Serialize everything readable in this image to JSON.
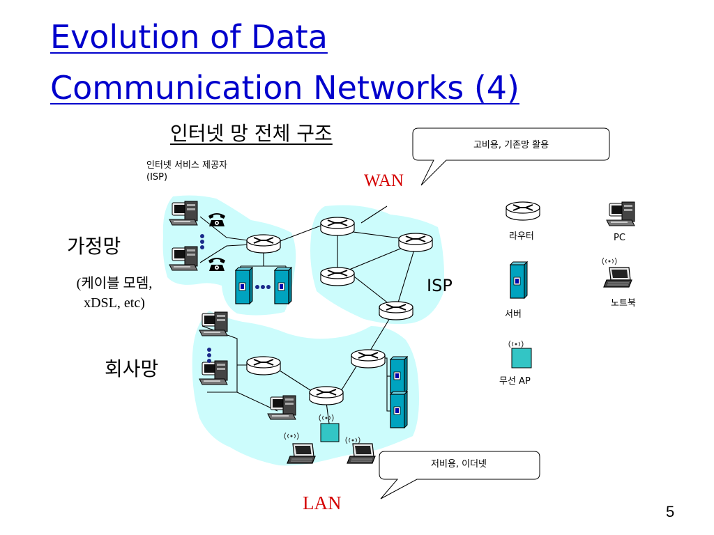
{
  "title": {
    "line1": "Evolution of Data",
    "line2": "Communication Networks (4)"
  },
  "diagram": {
    "subtitle": "인터넷 망 전체 구조",
    "isp_provider_label": "인터넷 서비스 제공자",
    "isp_provider_abbr": "(ISP)",
    "wan_label": "WAN",
    "wan_callout": "고비용, 기존망 활용",
    "lan_label": "LAN",
    "lan_callout": "저비용, 이더넷",
    "home_network_label": "가정망",
    "home_network_sub1": "(케이블 모뎀,",
    "home_network_sub2": "xDSL, etc)",
    "corporate_network_label": "회사망",
    "isp_label": "ISP",
    "legend": {
      "router": "라우터",
      "pc": "PC",
      "laptop": "노트북",
      "server": "서버",
      "wireless_ap": "무선 AP"
    },
    "colors": {
      "network_cloud": "#ccfcfc",
      "server": "#00a3bf",
      "access_point": "#33c5c5",
      "accent_red": "#d40000",
      "title_blue": "#0000cc"
    }
  },
  "page_number": "5"
}
